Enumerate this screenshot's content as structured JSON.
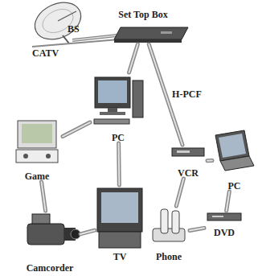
{
  "diagram": {
    "nodes": [
      {
        "text": [
          "Set Top Box"
        ]
      },
      {
        "text": [
          "PC"
        ]
      },
      {
        "text": [
          "Game"
        ]
      },
      {
        "text": [
          "VCR"
        ]
      },
      {
        "text": [
          "PC"
        ]
      },
      {
        "text": [
          "Camcorder"
        ]
      },
      {
        "text": [
          "TV"
        ]
      },
      {
        "text": [
          "Phone"
        ]
      },
      {
        "text": [
          "DVD"
        ]
      }
    ],
    "edges": [
      {
        "from": 0,
        "to": 1,
        "arrow": "none"
      },
      {
        "from": 0,
        "to": 3,
        "label": "H-PCF",
        "arrow": "none"
      },
      {
        "from": 1,
        "to": 2,
        "arrow": "none"
      },
      {
        "from": 2,
        "to": 5,
        "arrow": "none"
      },
      {
        "from": 5,
        "to": 6,
        "arrow": "none"
      },
      {
        "from": 6,
        "to": 1,
        "arrow": "none"
      },
      {
        "from": 3,
        "to": 4,
        "arrow": "none"
      },
      {
        "from": 4,
        "to": 8,
        "arrow": "none"
      },
      {
        "from": 8,
        "to": 7,
        "arrow": "none"
      },
      {
        "from": 7,
        "to": 3,
        "arrow": "none"
      }
    ],
    "labels": [
      "BS",
      "CATV"
    ]
  }
}
